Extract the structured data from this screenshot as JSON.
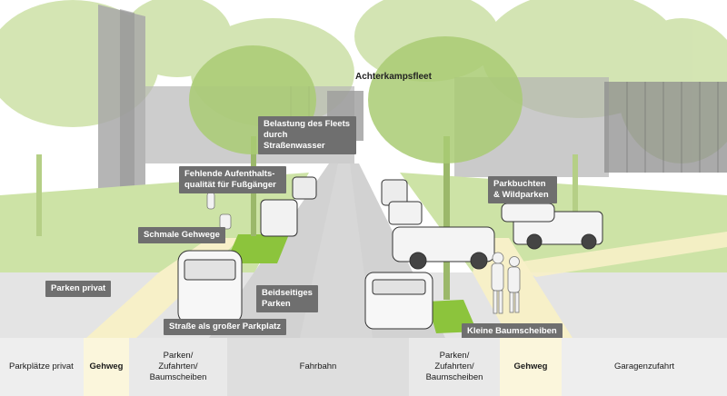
{
  "street_title": "Achterkampsfleet",
  "callouts": {
    "belastung": "Belastung des Fleets durch Straßenwasser",
    "fehlende": "Fehlende Aufenthalts-qualität für Fußgänger",
    "parkbuchten": "Parkbuchten & Wildparken",
    "schmale": "Schmale Gehwege",
    "parken_privat": "Parken privat",
    "beidseitiges": "Beidseitiges Parken",
    "strasse": "Straße als großer Parkplatz",
    "baumscheiben": "Kleine Baumscheiben"
  },
  "sections": [
    {
      "label": "Parkplätze privat",
      "color": "#eeeeee"
    },
    {
      "label": "Gehweg",
      "color": "#fbf6dc"
    },
    {
      "label": "Parken/\nZufahrten/\nBaumscheiben",
      "color": "#e9e9e9"
    },
    {
      "label": "Fahrbahn",
      "color": "#dedede"
    },
    {
      "label": "Parken/\nZufahrten/\nBaumscheiben",
      "color": "#e9e9e9"
    },
    {
      "label": "Gehweg",
      "color": "#fbf6dc"
    },
    {
      "label": "Garagenzufahrt",
      "color": "#eeeeee"
    }
  ],
  "colors": {
    "callout_bg": "#6f6f6f",
    "tree_green": "#b9d48c",
    "grass_green": "#c8dfa0",
    "accent_green": "#8cc43c",
    "path_yellow": "#f7f0c8"
  }
}
